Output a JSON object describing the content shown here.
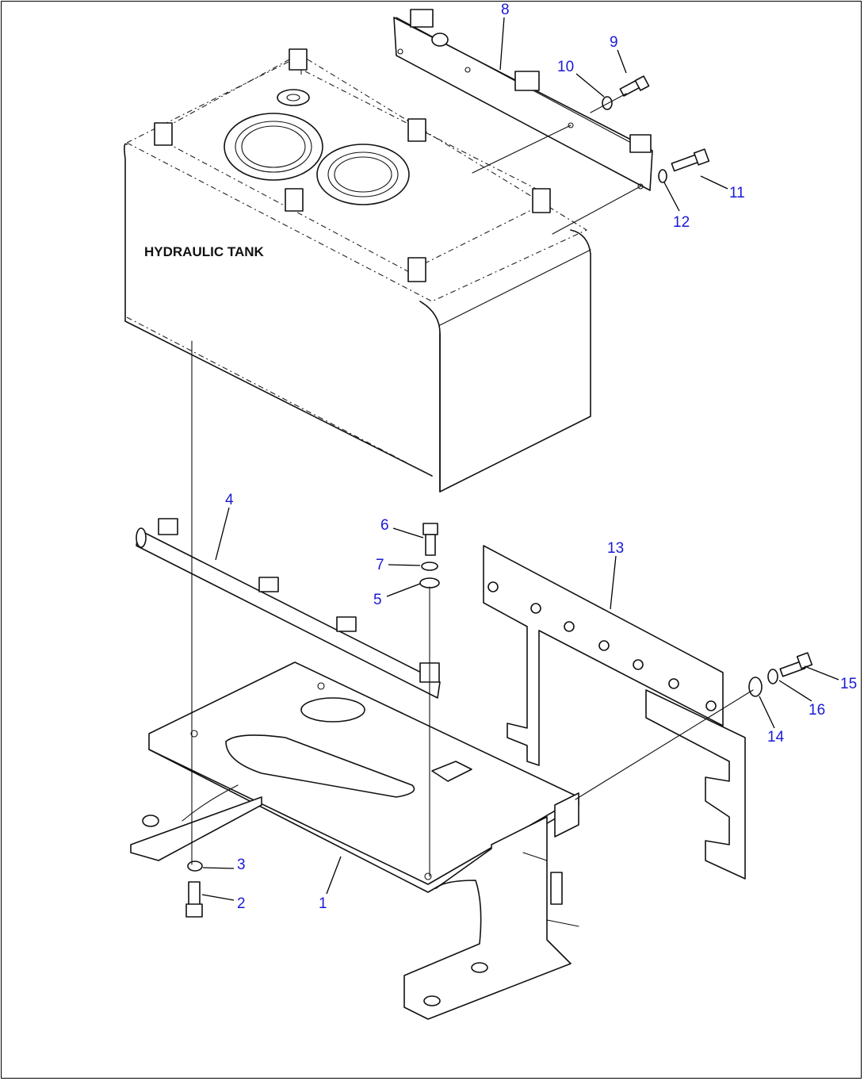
{
  "diagram": {
    "tank_label": "HYDRAULIC TANK",
    "colors": {
      "callout": "#1a1ad6",
      "line": "#111111",
      "background": "#ffffff"
    },
    "callouts": [
      {
        "id": "1",
        "text": "1"
      },
      {
        "id": "2",
        "text": "2"
      },
      {
        "id": "3",
        "text": "3"
      },
      {
        "id": "4",
        "text": "4"
      },
      {
        "id": "5",
        "text": "5"
      },
      {
        "id": "6",
        "text": "6"
      },
      {
        "id": "7",
        "text": "7"
      },
      {
        "id": "8",
        "text": "8"
      },
      {
        "id": "9",
        "text": "9"
      },
      {
        "id": "10",
        "text": "10"
      },
      {
        "id": "11",
        "text": "11"
      },
      {
        "id": "12",
        "text": "12"
      },
      {
        "id": "13",
        "text": "13"
      },
      {
        "id": "14",
        "text": "14"
      },
      {
        "id": "15",
        "text": "15"
      },
      {
        "id": "16",
        "text": "16"
      }
    ]
  }
}
